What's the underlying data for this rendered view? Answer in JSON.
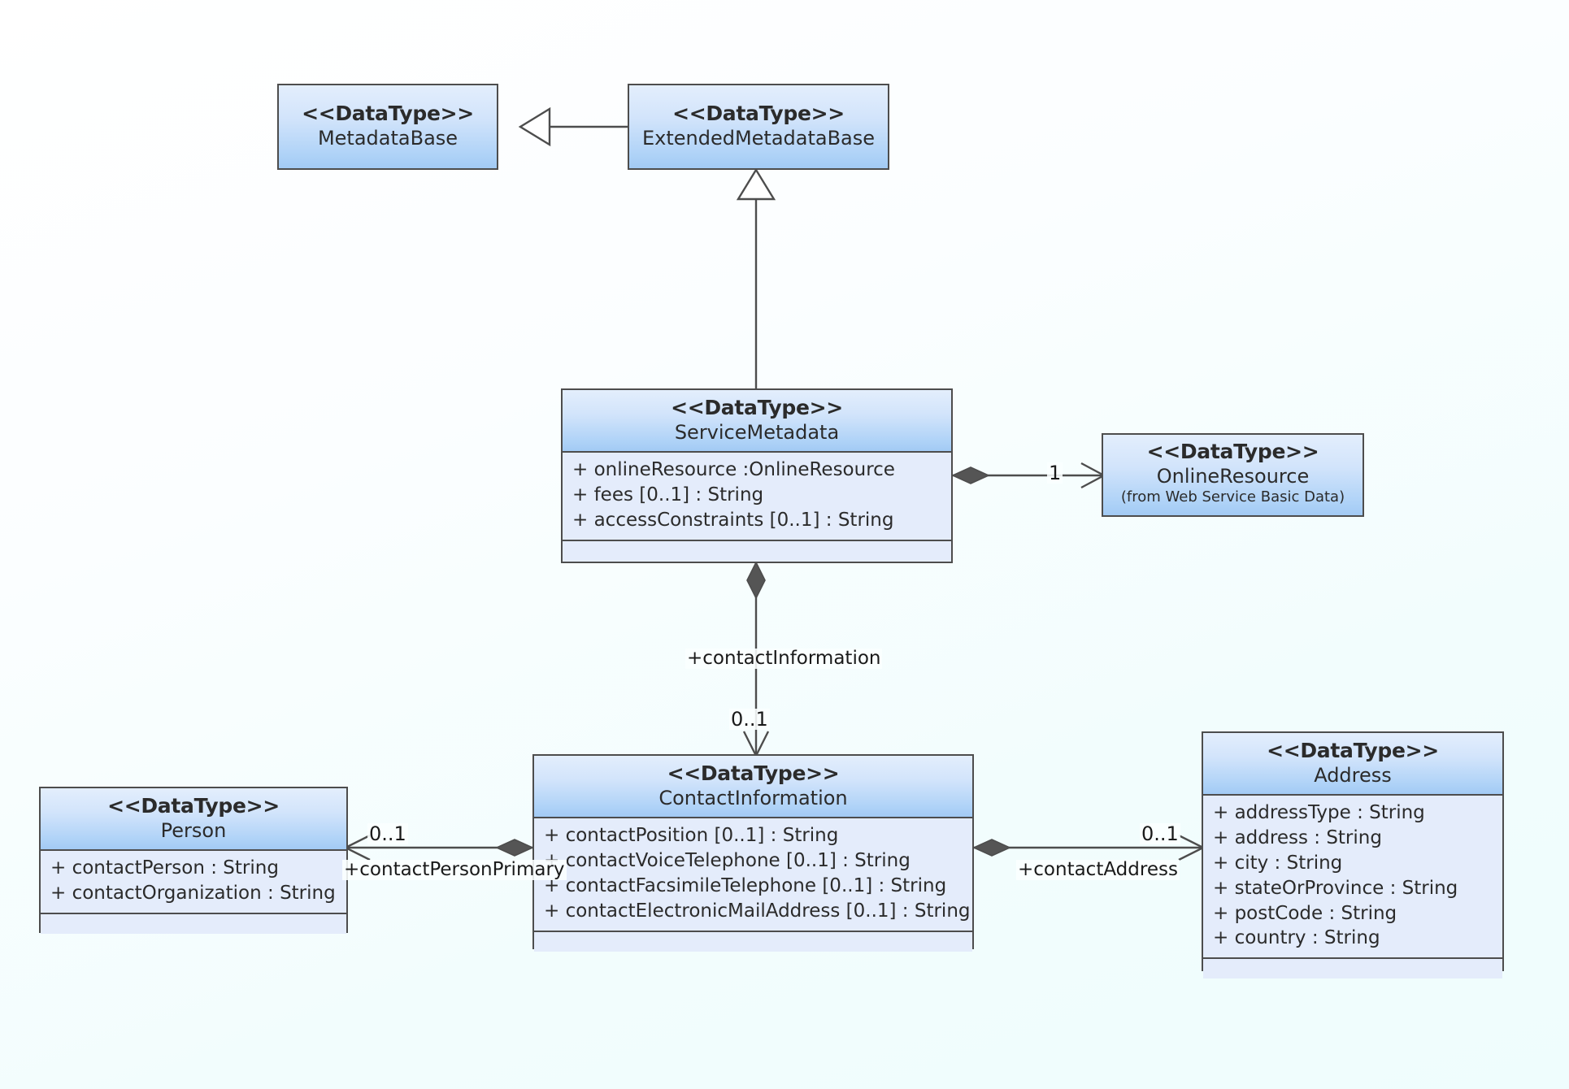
{
  "diagram": {
    "type": "uml-class-diagram",
    "stereotype_label": "<<DataType>>",
    "background_color": "#f2fdfd",
    "box_header_gradient_from": "#e3eefc",
    "box_header_gradient_to": "#a2caf4",
    "box_body_color": "#e4ecfb",
    "border_color": "#4d4d4d"
  },
  "classes": {
    "metadataBase": {
      "stereotype": "<<DataType>>",
      "name": "MetadataBase",
      "attributes": [],
      "has_operations_compartment": false
    },
    "extendedMetadataBase": {
      "stereotype": "<<DataType>>",
      "name": "ExtendedMetadataBase",
      "attributes": [],
      "has_operations_compartment": false
    },
    "serviceMetadata": {
      "stereotype": "<<DataType>>",
      "name": "ServiceMetadata",
      "attributes": [
        "+ onlineResource :OnlineResource",
        "+ fees [0..1] : String",
        "+ accessConstraints [0..1] : String"
      ],
      "has_operations_compartment": true
    },
    "onlineResource": {
      "stereotype": "<<DataType>>",
      "name": "OnlineResource",
      "from_note": "(from Web Service Basic Data)",
      "attributes": [],
      "has_operations_compartment": false
    },
    "contactInformation": {
      "stereotype": "<<DataType>>",
      "name": "ContactInformation",
      "attributes": [
        "+ contactPosition [0..1] : String",
        "+ contactVoiceTelephone [0..1] : String",
        "+ contactFacsimileTelephone [0..1] : String",
        "+ contactElectronicMailAddress [0..1] : String"
      ],
      "has_operations_compartment": true
    },
    "person": {
      "stereotype": "<<DataType>>",
      "name": "Person",
      "attributes": [
        "+ contactPerson : String",
        "+ contactOrganization : String"
      ],
      "has_operations_compartment": true
    },
    "address": {
      "stereotype": "<<DataType>>",
      "name": "Address",
      "attributes": [
        "+ addressType : String",
        "+ address : String",
        "+ city : String",
        "+ stateOrProvince : String",
        "+ postCode : String",
        "+ country : String"
      ],
      "has_operations_compartment": true
    }
  },
  "relationships": {
    "generalization_extended_to_metadata": {
      "kind": "generalization",
      "source": "ExtendedMetadataBase",
      "target": "MetadataBase",
      "label": "",
      "multiplicity": ""
    },
    "generalization_service_to_extended": {
      "kind": "generalization",
      "source": "ServiceMetadata",
      "target": "ExtendedMetadataBase",
      "label": "",
      "multiplicity": ""
    },
    "composition_service_onlineresource": {
      "kind": "composition",
      "source": "ServiceMetadata",
      "target": "OnlineResource",
      "label": "",
      "multiplicity": "1"
    },
    "composition_service_contactinfo": {
      "kind": "composition",
      "source": "ServiceMetadata",
      "target": "ContactInformation",
      "label": "+contactInformation",
      "multiplicity": "0..1"
    },
    "composition_contactinfo_person": {
      "kind": "composition",
      "source": "ContactInformation",
      "target": "Person",
      "label": "+contactPersonPrimary",
      "multiplicity": "0..1"
    },
    "composition_contactinfo_address": {
      "kind": "composition",
      "source": "ContactInformation",
      "target": "Address",
      "label": "+contactAddress",
      "multiplicity": "0..1"
    }
  }
}
